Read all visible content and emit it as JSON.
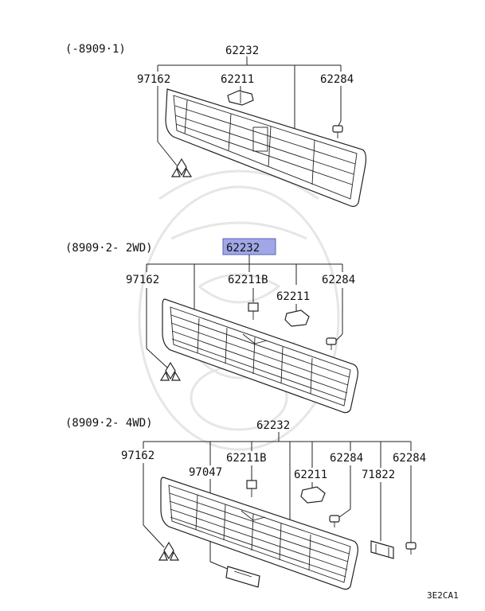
{
  "sections": [
    {
      "range": "(-8909·1)",
      "assembly": "62232",
      "parts": {
        "emblem": "97162",
        "clip": "62211",
        "screw": "62284"
      }
    },
    {
      "range": "(8909·2- 2WD)",
      "assembly": "62232",
      "assembly_highlighted": true,
      "parts": {
        "emblem": "97162",
        "clip_b": "62211B",
        "clip": "62211",
        "screw": "62284"
      }
    },
    {
      "range": "(8909·2- 4WD)",
      "assembly": "62232",
      "parts": {
        "emblem": "97162",
        "badge": "97047",
        "clip_b": "62211B",
        "clip": "62211",
        "screw": "62284",
        "screw_2": "62284",
        "bracket": "71822"
      }
    }
  ],
  "diagram_code": "3E2CA1",
  "colors": {
    "highlight": "#9fa7e6",
    "line": "#222222",
    "watermark": "#e6e6e6"
  }
}
